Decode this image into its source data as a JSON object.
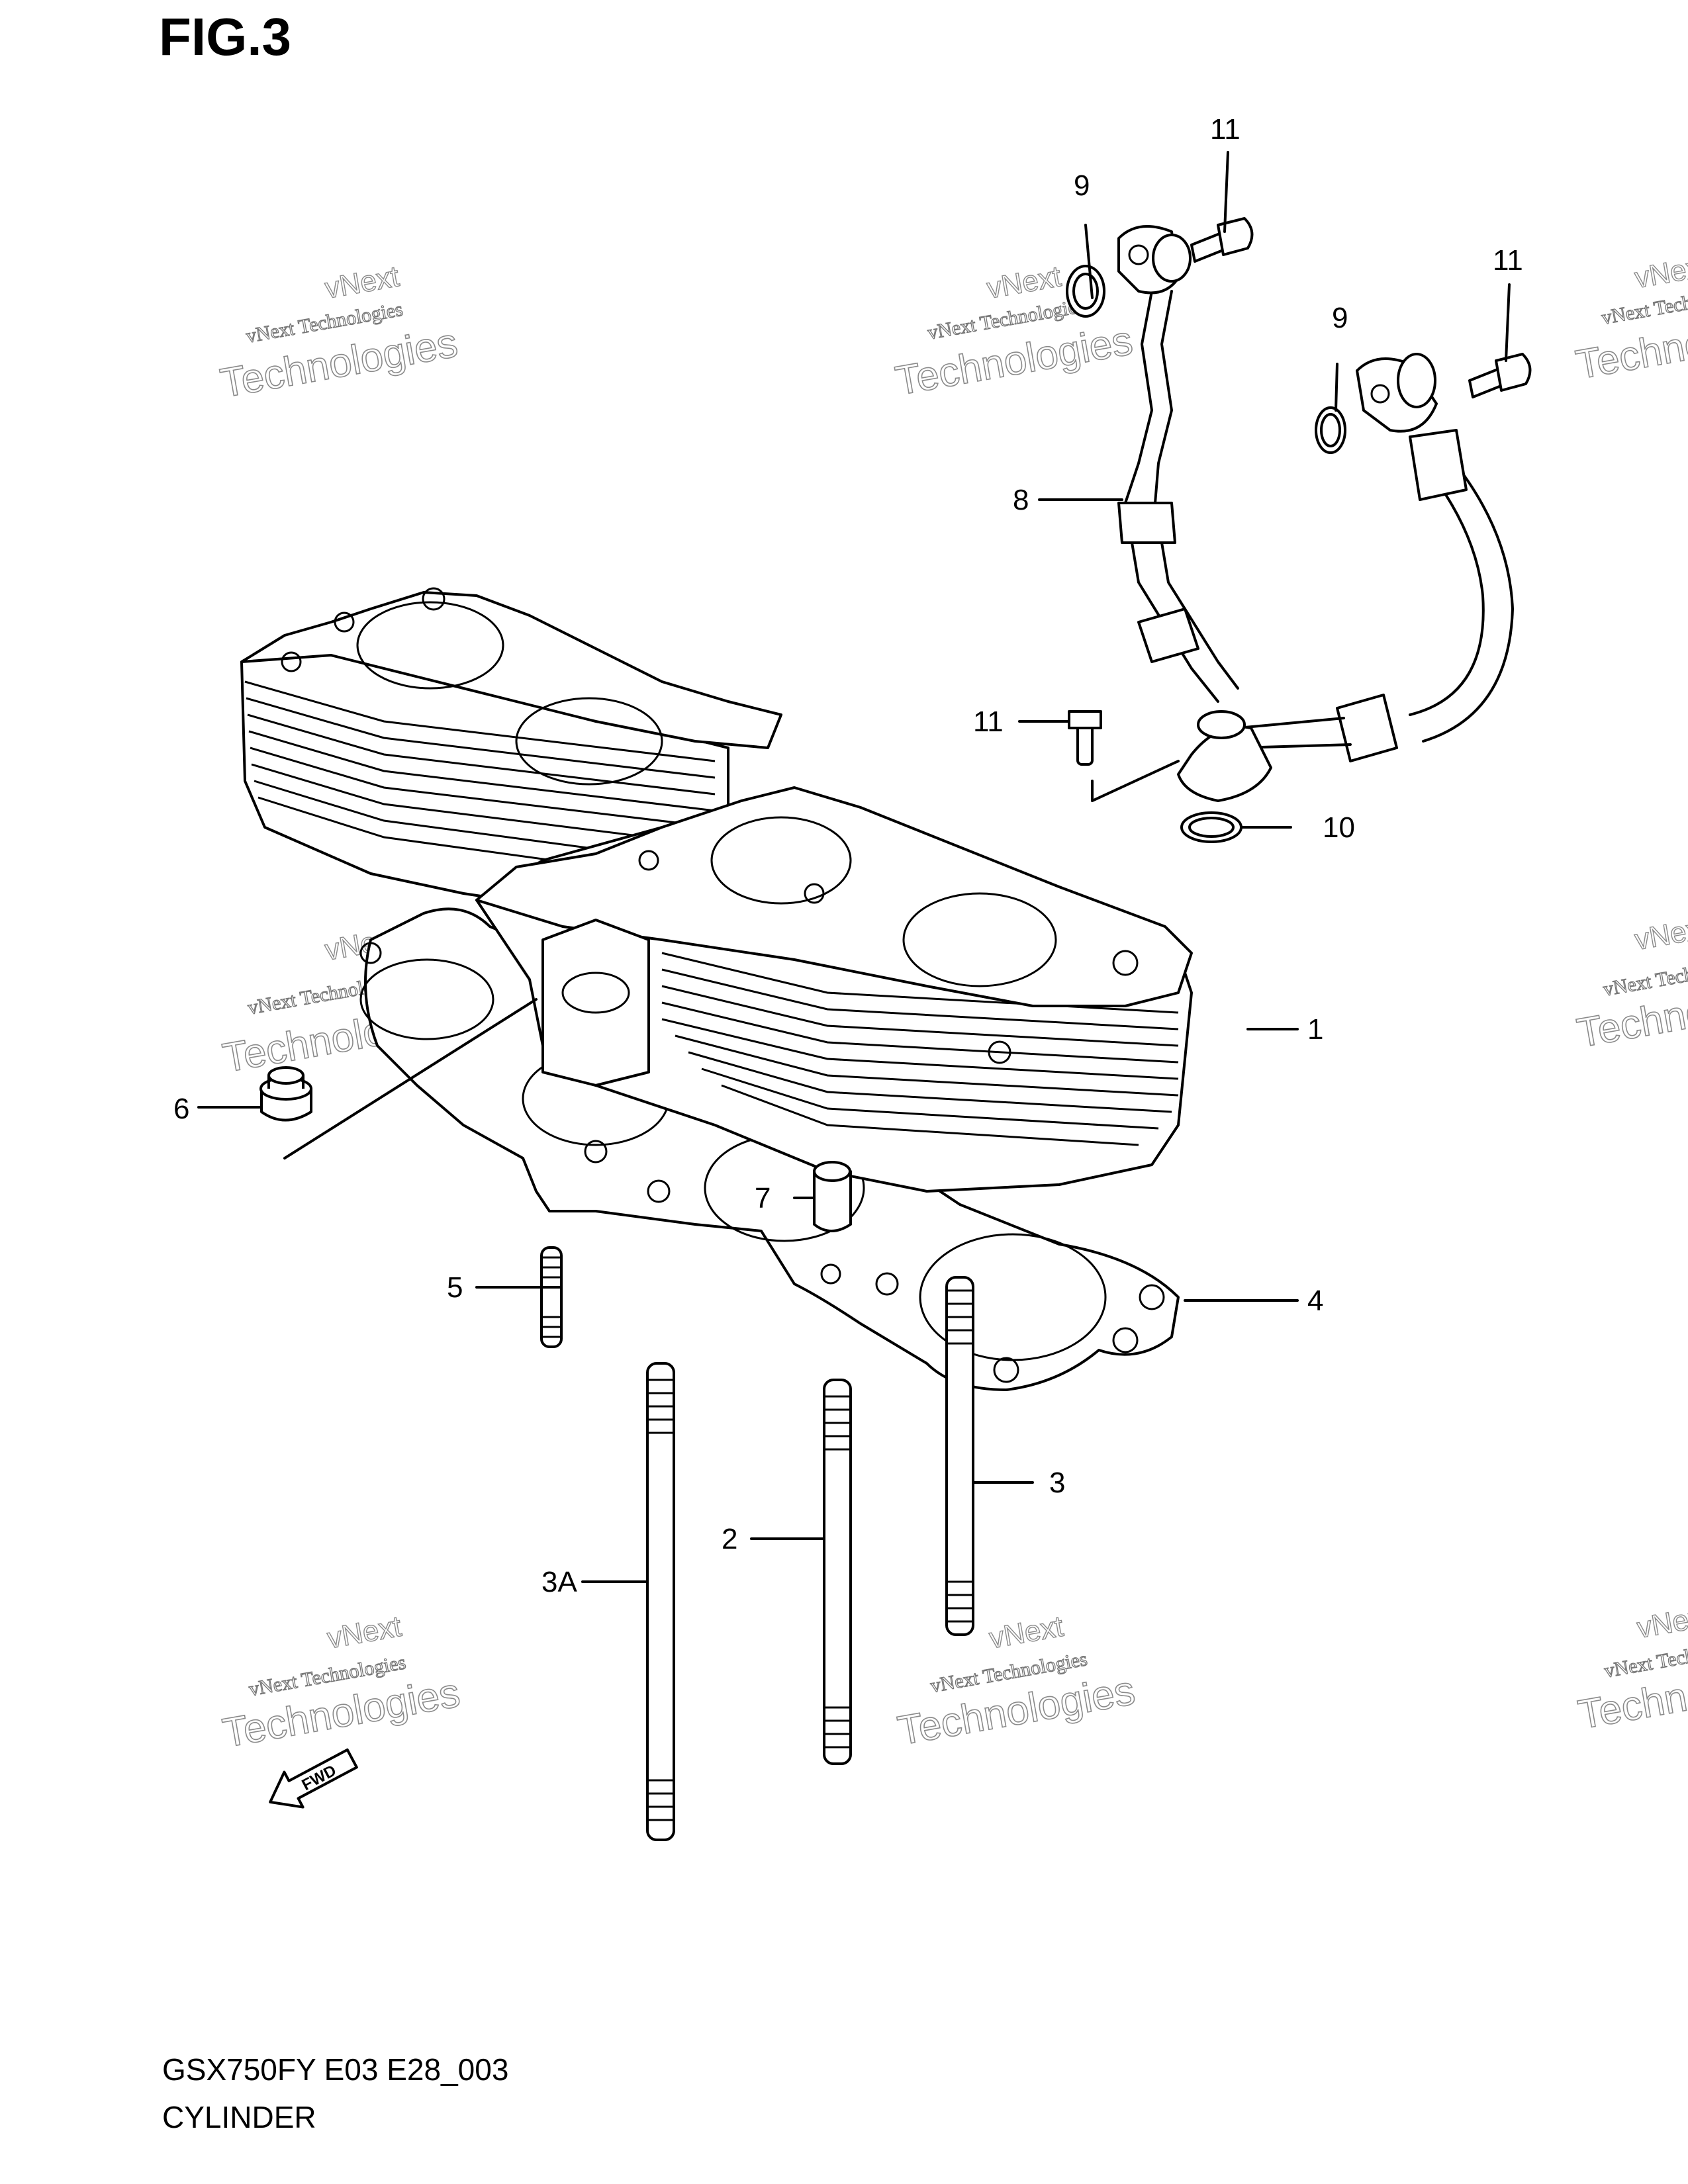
{
  "figure": {
    "title": "FIG.3"
  },
  "callouts": [
    {
      "id": "1",
      "label": "1"
    },
    {
      "id": "2",
      "label": "2"
    },
    {
      "id": "3",
      "label": "3"
    },
    {
      "id": "3A",
      "label": "3A"
    },
    {
      "id": "4",
      "label": "4"
    },
    {
      "id": "5",
      "label": "5"
    },
    {
      "id": "6",
      "label": "6"
    },
    {
      "id": "7",
      "label": "7"
    },
    {
      "id": "8",
      "label": "8"
    },
    {
      "id": "9a",
      "label": "9"
    },
    {
      "id": "9b",
      "label": "9"
    },
    {
      "id": "10",
      "label": "10"
    },
    {
      "id": "11a",
      "label": "11"
    },
    {
      "id": "11b",
      "label": "11"
    },
    {
      "id": "11c",
      "label": "11"
    }
  ],
  "fwd_arrow": {
    "label": "FWD"
  },
  "watermark": {
    "line1": "vNext",
    "line2": "vNext Technologies",
    "line3": "Technologies"
  },
  "footer": {
    "model": "GSX750FY E03 E28_003",
    "name": "CYLINDER"
  }
}
